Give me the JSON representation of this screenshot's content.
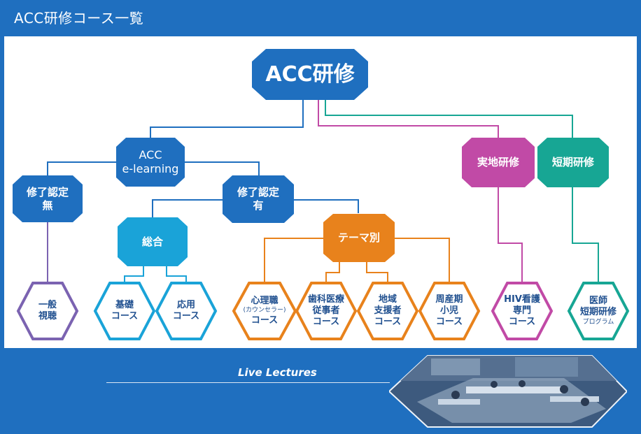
{
  "header": {
    "title": "ACC研修コース一覧"
  },
  "footer": {
    "live_label": "Live Lectures"
  },
  "colors": {
    "blue_dark": "#1f6fbf",
    "cyan": "#1aa3d8",
    "orange": "#e8821c",
    "magenta": "#c14aa6",
    "teal": "#17a694",
    "purple": "#7b63b1",
    "hex_blue": "#2f8fd5"
  },
  "nodes": {
    "root": {
      "lines": [
        "ACC研修"
      ]
    },
    "elearning": {
      "lines": [
        "ACC",
        "e-learning"
      ]
    },
    "no_cert": {
      "lines": [
        "修了認定",
        "無"
      ]
    },
    "with_cert": {
      "lines": [
        "修了認定",
        "有"
      ]
    },
    "general": {
      "lines": [
        "総合"
      ]
    },
    "theme": {
      "lines": [
        "テーマ別"
      ]
    },
    "practical": {
      "lines": [
        "実地研修"
      ]
    },
    "short_term": {
      "lines": [
        "短期研修"
      ]
    },
    "general_viewing": {
      "lines": [
        "一般",
        "視聴"
      ]
    },
    "basic_course": {
      "lines": [
        "基礎",
        "コース"
      ]
    },
    "applied_course": {
      "lines": [
        "応用",
        "コース"
      ]
    },
    "psychology_course": {
      "lines": [
        "心理職",
        "(カウンセラー)",
        "コース"
      ]
    },
    "dental_course": {
      "lines": [
        "歯科医療",
        "従事者",
        "コース"
      ]
    },
    "regional_course": {
      "lines": [
        "地域",
        "支援者",
        "コース"
      ]
    },
    "perinatal_course": {
      "lines": [
        "周産期",
        "小児",
        "コース"
      ]
    },
    "hiv_nursing_course": {
      "lines": [
        "HIV看護",
        "専門",
        "コース"
      ]
    },
    "physician_program": {
      "lines": [
        "医師",
        "短期研修",
        "プログラム"
      ]
    }
  }
}
